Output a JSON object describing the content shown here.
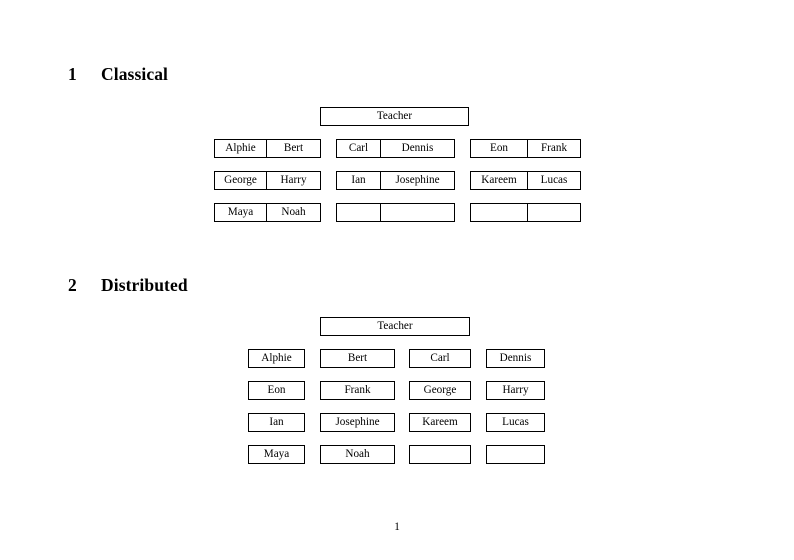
{
  "document": {
    "page_number": "1"
  },
  "sections": [
    {
      "number": "1",
      "title": "Classical",
      "teacher_label": "Teacher",
      "layout": "three-groups-of-two",
      "groups": [
        {
          "name": "group-left",
          "rows": [
            [
              "Alphie",
              "Bert"
            ],
            [
              "George",
              "Harry"
            ],
            [
              "Maya",
              "Noah"
            ]
          ]
        },
        {
          "name": "group-middle",
          "rows": [
            [
              "Carl",
              "Dennis"
            ],
            [
              "Ian",
              "Josephine"
            ],
            [
              "",
              ""
            ]
          ]
        },
        {
          "name": "group-right",
          "rows": [
            [
              "Eon",
              "Frank"
            ],
            [
              "Kareem",
              "Lucas"
            ],
            [
              "",
              ""
            ]
          ]
        }
      ]
    },
    {
      "number": "2",
      "title": "Distributed",
      "teacher_label": "Teacher",
      "layout": "four-columns",
      "rows": [
        [
          "Alphie",
          "Bert",
          "Carl",
          "Dennis"
        ],
        [
          "Eon",
          "Frank",
          "George",
          "Harry"
        ],
        [
          "Ian",
          "Josephine",
          "Kareem",
          "Lucas"
        ],
        [
          "Maya",
          "Noah",
          "",
          ""
        ]
      ]
    }
  ],
  "colors": {
    "text": "#000000",
    "background": "#ffffff",
    "border": "#000000"
  }
}
